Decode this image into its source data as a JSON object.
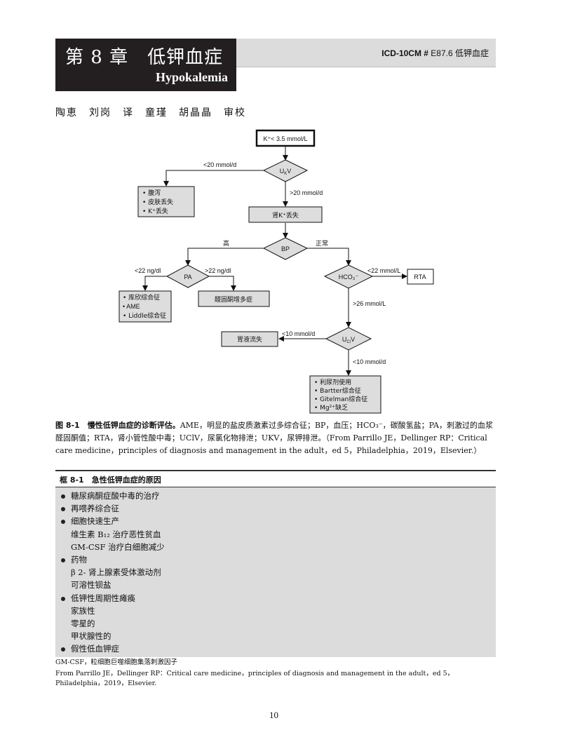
{
  "header": {
    "chapter_title": "第 8 章　低钾血症",
    "chapter_subtitle": "Hypokalemia",
    "icd_code": "ICD-10CM #",
    "icd_desc": " E87.6 低钾血症"
  },
  "authors": "陶恵　刘岗　译　童瑾　胡晶晶　审校",
  "flowchart": {
    "start": "K⁺< 3.5 mmol/L",
    "ukv": "UKV",
    "lt20": "<20 mmol/d",
    "gt20": ">20 mmol/d",
    "gi_loss": [
      "• 腹泻",
      "• 皮肤丢失",
      "• K⁺丢失"
    ],
    "renal_loss": "肾K⁺丢失",
    "bp": "BP",
    "high": "高",
    "normal": "正常",
    "pa": "PA",
    "lt22": "<22 ng/dl",
    "gt22": ">22 ng/dl",
    "syndromes": [
      "• 库欣综合征",
      "• AME",
      "• Liddle综合征"
    ],
    "aldo": "醛固酮增多症",
    "hco3": "HCO₃⁻",
    "lt22mmol": "<22 mmol/L",
    "rta": "RTA",
    "gt26": ">26 mmol/L",
    "uclv": "UClV",
    "lt10a": "<10 mmol/d",
    "gastric": "胃液流失",
    "lt10b": "<10 mmol/d",
    "causes": [
      "• 利尿剂使用",
      "• Bartter综合征",
      "• Gitelman综合征",
      "• Mg²⁺缺乏"
    ]
  },
  "caption": {
    "label": "图 8-1　慢性低钾血症的诊断评估。",
    "text": "AME，明显的盐皮质激素过多综合征；BP，血压；HCO₃⁻，碳酸氢盐；PA，刺激过的血浆醛固酮值；RTA，肾小管性酸中毒；UClV，尿氯化物排泄；UKV，尿钾排泄。（From Parrillo JE，Dellinger RP：Critical care medicine，principles of diagnosis and management in the adult，ed 5，Philadelphia，2019，Elsevier.）"
  },
  "box": {
    "title": "框 8-1　急性低钾血症的原因",
    "items": [
      {
        "text": "糖尿病酮症酸中毒的治疗",
        "bullet": true
      },
      {
        "text": "再喂养综合征",
        "bullet": true
      },
      {
        "text": "细胞快速生产",
        "bullet": true
      },
      {
        "text": "维生素 B₁₂ 治疗恶性贫血",
        "bullet": false
      },
      {
        "text": "GM-CSF 治疗白细胞减少",
        "bullet": false
      },
      {
        "text": "药物",
        "bullet": true
      },
      {
        "text": "β 2- 肾上腺素受体激动剂",
        "bullet": false
      },
      {
        "text": "可溶性钡盐",
        "bullet": false
      },
      {
        "text": "低钾性周期性瘫痪",
        "bullet": true
      },
      {
        "text": "家族性",
        "bullet": false
      },
      {
        "text": "零星的",
        "bullet": false
      },
      {
        "text": "甲状腺性的",
        "bullet": false
      },
      {
        "text": "假性低血钾症",
        "bullet": true
      }
    ]
  },
  "footnote1": "GM-CSF，粒细胞巨噬细胞集落刺激因子",
  "footnote2": "From Parrillo JE，Dellinger RP：Critical care medicine，principles of diagnosis and management in the adult，ed 5，Philadelphia，2019，Elsevier.",
  "page_number": "10"
}
